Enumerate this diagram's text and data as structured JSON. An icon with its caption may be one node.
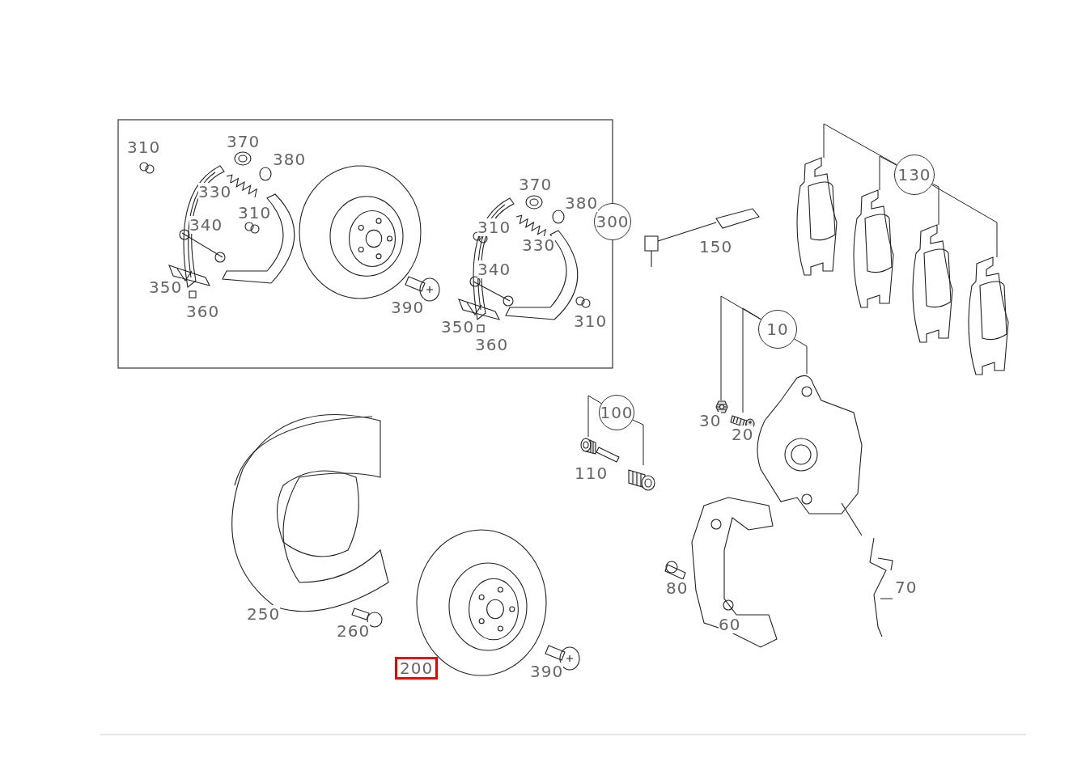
{
  "diagram": {
    "nodes": [
      {
        "text": [
          "130"
        ]
      },
      {
        "text": [],
        "shape": "picture"
      },
      {
        "text": [],
        "shape": "picture"
      },
      {
        "text": [],
        "shape": "picture"
      },
      {
        "text": [],
        "shape": "picture"
      },
      {
        "text": [
          "10"
        ]
      },
      {
        "text": [],
        "shape": "picture"
      },
      {
        "text": [],
        "shape": "picture"
      },
      {
        "text": [],
        "shape": "picture"
      },
      {
        "text": [
          "100"
        ]
      },
      {
        "text": [],
        "shape": "picture"
      },
      {
        "text": [],
        "shape": "picture"
      },
      {
        "text": [
          "300"
        ]
      }
    ],
    "edges": [
      {
        "from": 0,
        "to": 1,
        "arrow": "none"
      },
      {
        "from": 0,
        "to": 2,
        "arrow": "none"
      },
      {
        "from": 0,
        "to": 3,
        "arrow": "none"
      },
      {
        "from": 0,
        "to": 4,
        "arrow": "none"
      },
      {
        "from": 5,
        "to": 6,
        "arrow": "none"
      },
      {
        "from": 5,
        "to": 7,
        "arrow": "none"
      },
      {
        "from": 5,
        "to": 8,
        "arrow": "none"
      },
      {
        "from": 9,
        "to": 10,
        "arrow": "none"
      },
      {
        "from": 9,
        "to": 11,
        "arrow": "none"
      }
    ],
    "labels": [
      "370",
      "310",
      "380",
      "370",
      "330",
      "380",
      "310",
      "340",
      "310",
      "330",
      "150",
      "340",
      "350",
      "390",
      "360",
      "350",
      "310",
      "360",
      "30",
      "20",
      "110",
      "70",
      "80",
      "250",
      "60",
      "260",
      "200",
      "390"
    ]
  }
}
